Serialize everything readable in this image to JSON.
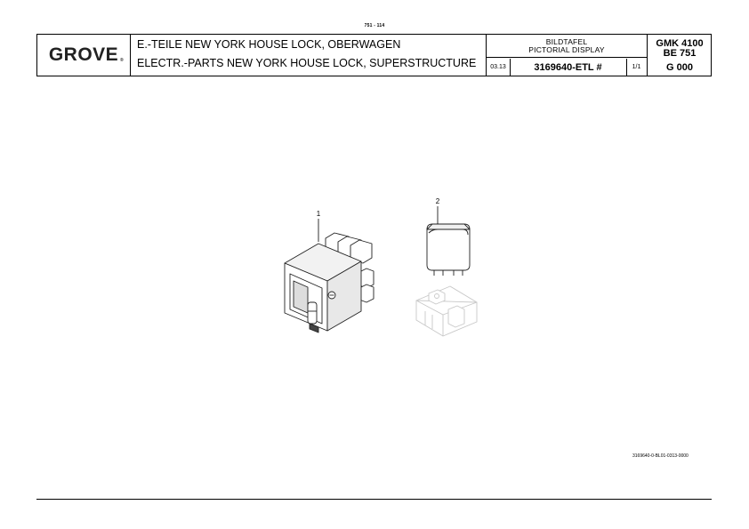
{
  "page_number": "751 - 114",
  "header": {
    "logo": "GROVE",
    "logo_mark": "®",
    "title_de": "E.-TEILE NEW YORK HOUSE LOCK, OBERWAGEN",
    "title_en": "ELECTR.-PARTS NEW YORK HOUSE LOCK, SUPERSTRUCTURE",
    "picture_label_de": "BILDTAFEL",
    "picture_label_en": "PICTORIAL DISPLAY",
    "date": "03.13",
    "code": "3169640-ETL #",
    "sheet": "1/1",
    "model": "GMK 4100",
    "model_variant": "BE 751",
    "group": "G 000"
  },
  "callouts": [
    "1",
    "2"
  ],
  "drawing_id": "3169640-0-BL01-0313-0000"
}
